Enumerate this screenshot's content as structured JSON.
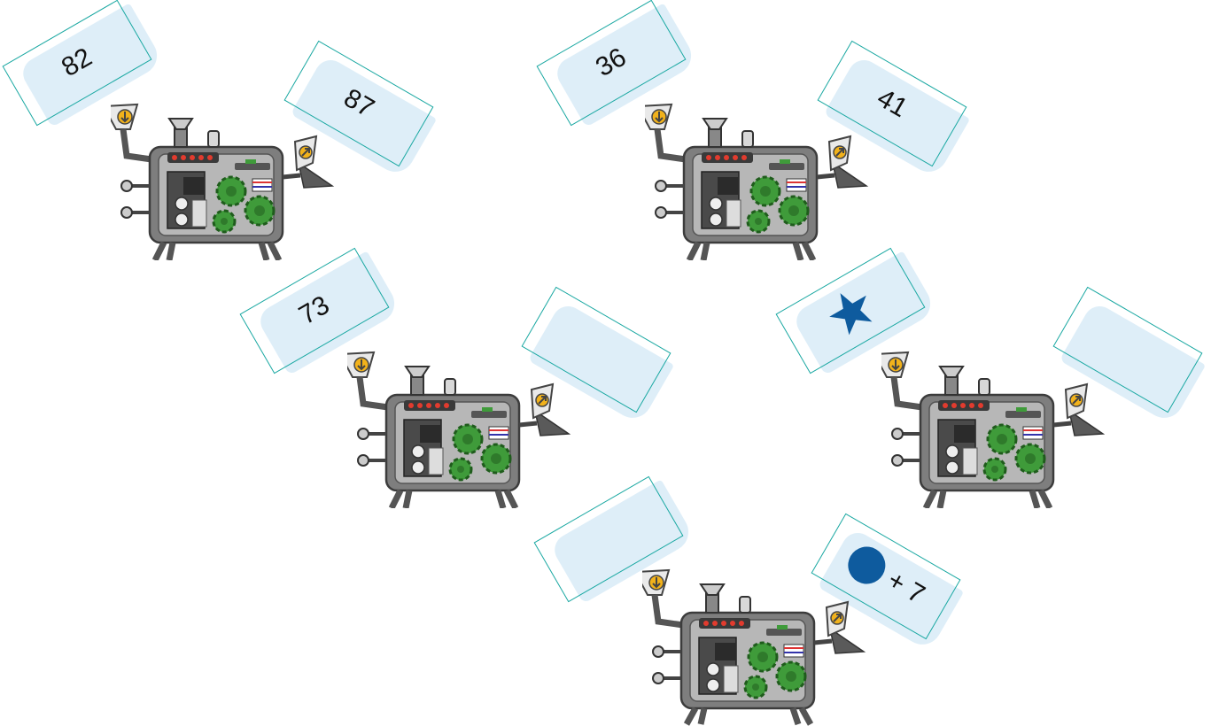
{
  "colors": {
    "card_outline": "#1aa8a2",
    "card_fill": "#dcedf8",
    "symbol_blue": "#0e5b9e",
    "gear_green": "#3f9b3a",
    "machine_gray": "#8a8a8a",
    "arrow_yellow": "#f2b21b"
  },
  "machines": [
    {
      "input": {
        "value": "82"
      },
      "output": {
        "value": "87"
      }
    },
    {
      "input": {
        "value": "36"
      },
      "output": {
        "value": "41"
      }
    },
    {
      "input": {
        "value": "73"
      },
      "output": {
        "value": ""
      }
    },
    {
      "input": {
        "symbol": "star-icon"
      },
      "output": {
        "value": ""
      }
    },
    {
      "input": {
        "value": ""
      },
      "output": {
        "symbol": "circle-icon",
        "suffix": "+ 7"
      }
    }
  ]
}
